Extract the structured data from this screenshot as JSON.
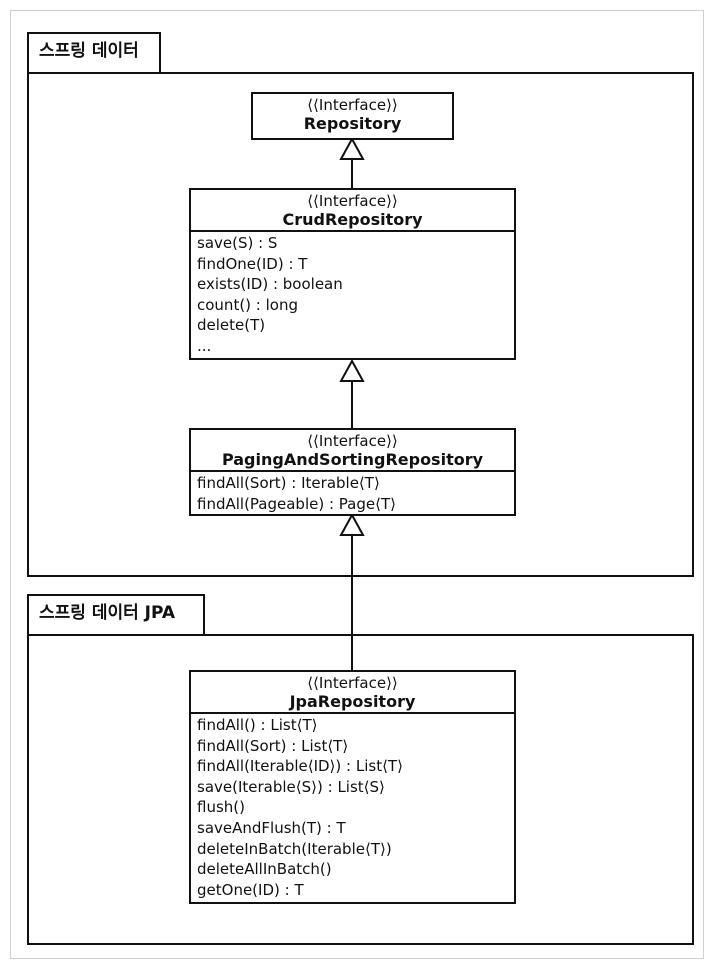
{
  "packages": {
    "spring_data": {
      "label": "스프링 데이터"
    },
    "spring_data_jpa": {
      "label": "스프링 데이터 JPA"
    }
  },
  "classes": {
    "repository": {
      "stereotype": "⟨⟨Interface⟩⟩",
      "name": "Repository",
      "methods": []
    },
    "crud_repository": {
      "stereotype": "⟨⟨Interface⟩⟩",
      "name": "CrudRepository",
      "methods": [
        "save(S) : S",
        "findOne(ID) : T",
        "exists(ID) : boolean",
        "count() : long",
        "delete(T)",
        "..."
      ]
    },
    "paging_repository": {
      "stereotype": "⟨⟨Interface⟩⟩",
      "name": "PagingAndSortingRepository",
      "methods": [
        "findAll(Sort) : Iterable⟨T⟩",
        "findAll(Pageable) : Page⟨T⟩"
      ]
    },
    "jpa_repository": {
      "stereotype": "⟨⟨Interface⟩⟩",
      "name": "JpaRepository",
      "methods": [
        "findAll() : List⟨T⟩",
        "findAll(Sort) : List⟨T⟩",
        "findAll(Iterable⟨ID⟩) : List⟨T⟩",
        "save(Iterable⟨S⟩) : List⟨S⟩",
        "flush()",
        "saveAndFlush(T) : T",
        "deleteInBatch(Iterable⟨T⟩)",
        "deleteAllInBatch()",
        "getOne(ID) : T"
      ]
    }
  },
  "relations": [
    "generalization",
    "generalization",
    "generalization"
  ]
}
